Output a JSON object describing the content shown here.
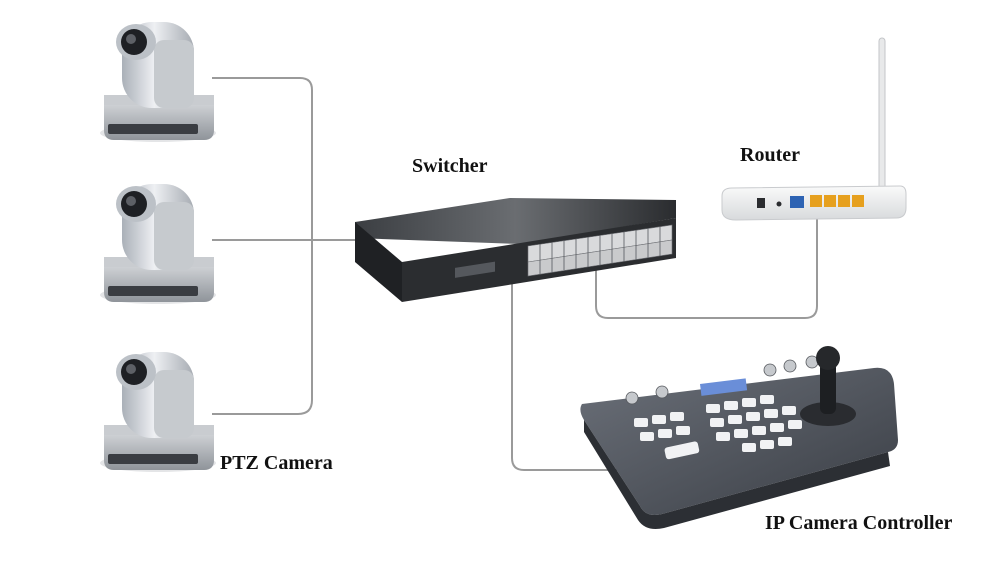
{
  "labels": {
    "switcher": "Switcher",
    "router": "Router",
    "ptz_camera": "PTZ Camera",
    "ip_camera_controller": "IP Camera Controller"
  },
  "colors": {
    "cable": "#9a9a9a",
    "camera_body": "#d4d6da",
    "camera_base": "#3a3d42",
    "switch_body": "#2b2d30",
    "router_body": "#f1f2f3",
    "router_port": "#e6a01e",
    "controller_body": "#4a4e55",
    "text": "#111111"
  }
}
